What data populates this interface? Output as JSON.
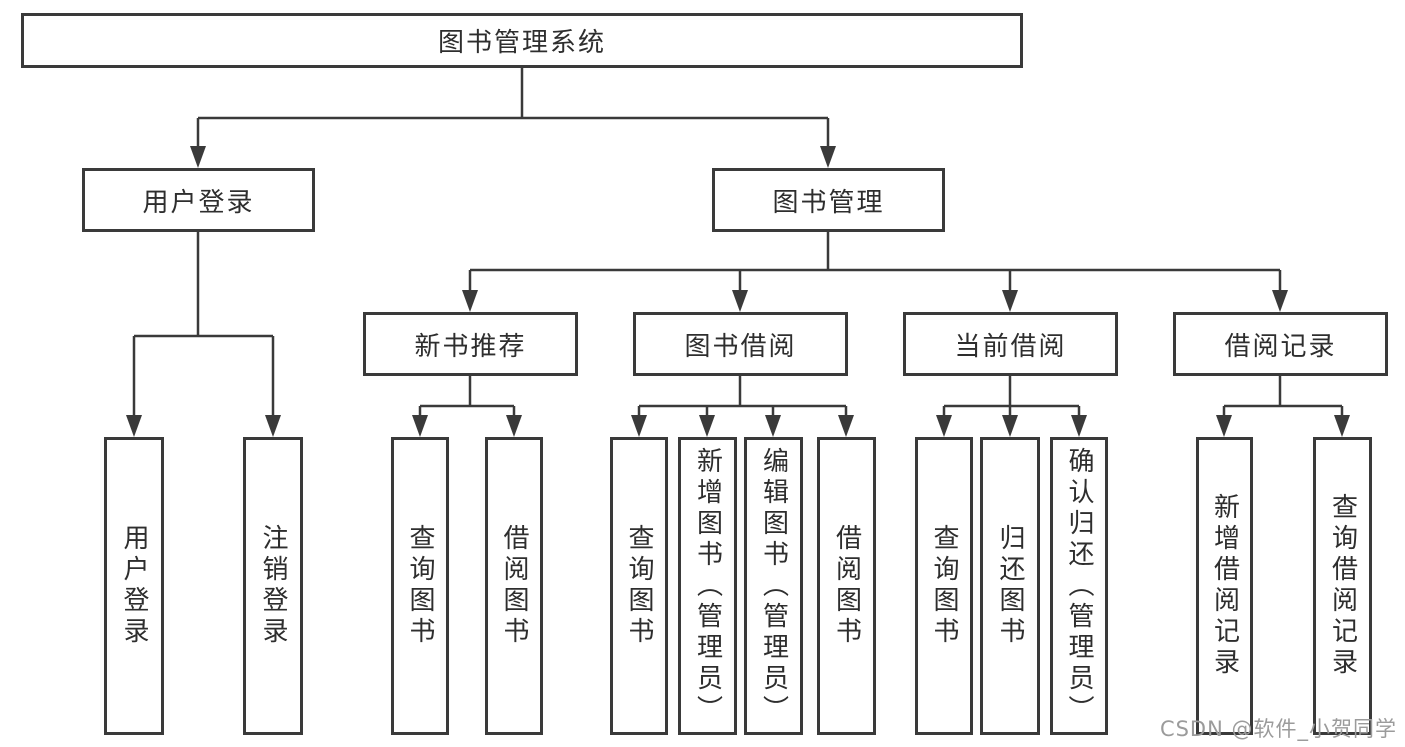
{
  "diagram": {
    "title": "图书管理系统",
    "root": {
      "label": "图书管理系统"
    },
    "level2": [
      {
        "label": "用户登录"
      },
      {
        "label": "图书管理"
      }
    ],
    "level3": [
      {
        "label": "新书推荐"
      },
      {
        "label": "图书借阅"
      },
      {
        "label": "当前借阅"
      },
      {
        "label": "借阅记录"
      }
    ],
    "leaves": {
      "login": [
        {
          "label": "用户登录"
        },
        {
          "label": "注销登录"
        }
      ],
      "recommend": [
        {
          "label": "查询图书"
        },
        {
          "label": "借阅图书"
        }
      ],
      "borrow": [
        {
          "label": "查询图书"
        },
        {
          "label": "新增图书（管理员）"
        },
        {
          "label": "编辑图书（管理员）"
        },
        {
          "label": "借阅图书"
        }
      ],
      "current": [
        {
          "label": "查询图书"
        },
        {
          "label": "归还图书"
        },
        {
          "label": "确认归还（管理员）"
        }
      ],
      "records": [
        {
          "label": "新增借阅记录"
        },
        {
          "label": "查询借阅记录"
        }
      ]
    },
    "watermark": "CSDN @软件_小贺同学",
    "colors": {
      "line": "#3a3a3a",
      "text": "#2e2e2e",
      "watermark_text": "#9b9b9b",
      "background": "#ffffff"
    }
  }
}
